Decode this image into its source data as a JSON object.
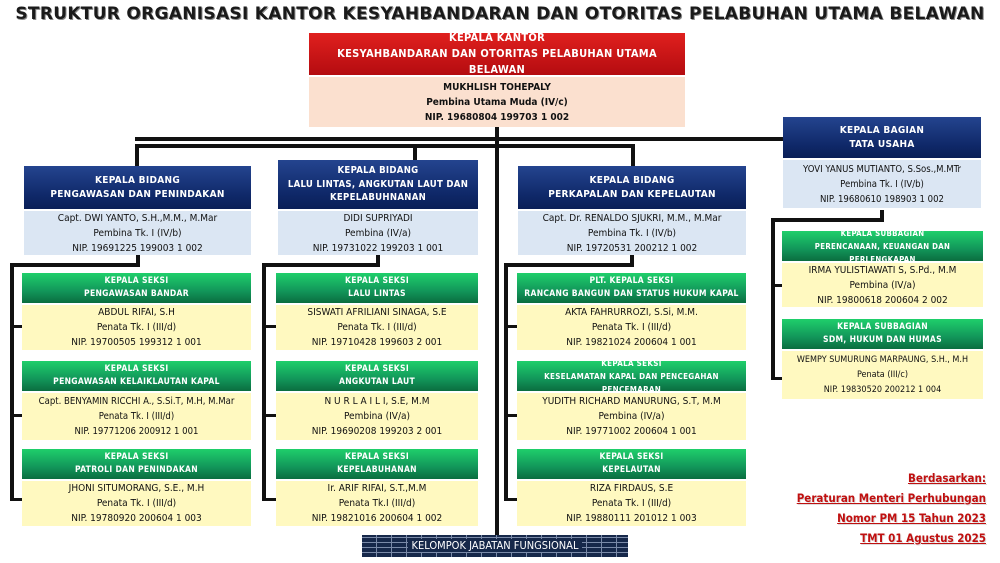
{
  "title": "STRUKTUR ORGANISASI KANTOR KESYAHBANDARAN DAN OTORITAS PELABUHAN UTAMA BELAWAN",
  "head": {
    "title1": "KEPALA KANTOR",
    "title2": "KESYAHBANDARAN DAN OTORITAS PELABUHAN UTAMA BELAWAN",
    "name": "MUKHLISH TOHEPALY",
    "rank": "Pembina Utama Muda (IV/c)",
    "nip": "NIP. 19680804 199703 1 002"
  },
  "bidang": [
    {
      "t1": "KEPALA BIDANG",
      "t2": "PENGAWASAN DAN PENINDAKAN",
      "name": "Capt. DWI YANTO, S.H.,M.M., M.Mar",
      "rank": "Pembina Tk. I (IV/b)",
      "nip": "NIP. 19691225 199003 1 002",
      "seksi": [
        {
          "t1": "KEPALA SEKSI",
          "t2": "PENGAWASAN BANDAR",
          "name": "ABDUL RIFAI, S.H",
          "rank": "Penata Tk.  I (III/d)",
          "nip": "NIP. 19700505 199312 1 001"
        },
        {
          "t1": "KEPALA SEKSI",
          "t2": "PENGAWASAN KELAIKLAUTAN KAPAL",
          "name": "Capt. BENYAMIN RICCHI A., S.Si.T, M.H, M.Mar",
          "rank": "Penata Tk. I (III/d)",
          "nip": "NIP. 19771206 200912 1 001"
        },
        {
          "t1": "KEPALA SEKSI",
          "t2": "PATROLI DAN PENINDAKAN",
          "name": "JHONI SITUMORANG, S.E., M.H",
          "rank": "Penata Tk. I (III/d)",
          "nip": "NIP. 19780920 200604 1 003"
        }
      ]
    },
    {
      "t1": "KEPALA BIDANG",
      "t2": "LALU LINTAS, ANGKUTAN LAUT DAN",
      "t3": "KEPELABUHNANAN",
      "name": "DIDI SUPRIYADI",
      "rank": "Pembina (IV/a)",
      "nip": "NIP. 19731022 199203 1 001",
      "seksi": [
        {
          "t1": "KEPALA SEKSI",
          "t2": "LALU LINTAS",
          "name": "SISWATI AFRILIANI SINAGA, S.E",
          "rank": "Penata Tk.  I (III/d)",
          "nip": "NIP. 19710428 199603 2 001"
        },
        {
          "t1": "KEPALA SEKSI",
          "t2": "ANGKUTAN LAUT",
          "name": "N U R L A I L I,  S.E, M.M",
          "rank": "Pembina (IV/a)",
          "nip": "NIP. 19690208 199203 2 001"
        },
        {
          "t1": "KEPALA SEKSI",
          "t2": "KEPELABUHANAN",
          "name": "Ir. ARIF RIFAI, S.T.,M.M",
          "rank": "Penata Tk.I (III/d)",
          "nip": "NIP. 19821016 200604 1 002"
        }
      ]
    },
    {
      "t1": "KEPALA BIDANG",
      "t2": "PERKAPALAN DAN KEPELAUTAN",
      "name": "Capt. Dr. RENALDO SJUKRI, M.M., M.Mar",
      "rank": "Pembina Tk. I (IV/b)",
      "nip": "NIP. 19720531 200212 1 002",
      "seksi": [
        {
          "t1": "PLT. KEPALA SEKSI",
          "t2": "RANCANG BANGUN DAN STATUS HUKUM KAPAL",
          "name": "AKTA FAHRURROZI, S.Si, M.M.",
          "rank": "Penata Tk.  I (III/d)",
          "nip": "NIP. 19821024 200604 1 001"
        },
        {
          "t1": "KEPALA SEKSI",
          "t2": "KESELAMATAN KAPAL DAN PENCEGAHAN PENCEMARAN",
          "name": "YUDITH RICHARD MANURUNG, S.T, M.M",
          "rank": "Pembina (IV/a)",
          "nip": "NIP. 19771002 200604 1 001"
        },
        {
          "t1": "KEPALA SEKSI",
          "t2": "KEPELAUTAN",
          "name": "RIZA FIRDAUS, S.E",
          "rank": "Penata Tk. I (III/d)",
          "nip": "NIP. 19880111 201012 1 003"
        }
      ]
    }
  ],
  "tu": {
    "t1": "KEPALA BAGIAN",
    "t2": "TATA USAHA",
    "name": "YOVI YANUS MUTIANTO, S.Sos.,M.MTr",
    "rank": "Pembina Tk. I (IV/b)",
    "nip": "NIP. 19680610 198903 1 002",
    "sub": [
      {
        "t1": "KEPALA SUBBAGIAN",
        "t2": "PERENCANAAN, KEUANGAN DAN PERLENGKAPAN",
        "name": "IRMA YULISTIAWATI S, S.Pd., M.M",
        "rank": "Pembina (IV/a)",
        "nip": "NIP. 19800618 200604 2 002"
      },
      {
        "t1": "KEPALA SUBBAGIAN",
        "t2": "SDM, HUKUM DAN HUMAS",
        "name": "WEMPY SUMURUNG MARPAUNG, S.H., M.H",
        "rank": "Penata (III/c)",
        "nip": "NIP. 19830520 200212 1 004"
      }
    ]
  },
  "kjf": "KELOMPOK JABATAN FUNGSIONAL",
  "notes": [
    "Berdasarkan:",
    "Peraturan Menteri Perhubungan",
    "Nomor PM 15 Tahun 2023",
    "TMT 01 Agustus 2025"
  ]
}
